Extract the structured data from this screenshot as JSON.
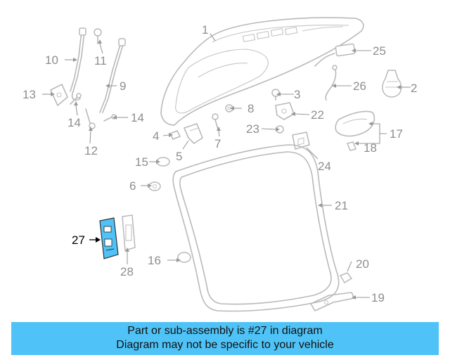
{
  "diagram": {
    "callouts": [
      "1",
      "2",
      "3",
      "4",
      "5",
      "6",
      "7",
      "8",
      "9",
      "10",
      "11",
      "12",
      "13",
      "14",
      "14",
      "15",
      "16",
      "17",
      "18",
      "19",
      "20",
      "21",
      "22",
      "23",
      "24",
      "25",
      "26",
      "27",
      "28"
    ],
    "highlighted_callout": "27",
    "highlight_color": "#4fc3f7"
  },
  "banner": {
    "line1": "Part or sub-assembly is #27 in diagram",
    "line2": "Diagram may not be specific to your vehicle",
    "color": "#4fc3f7"
  }
}
